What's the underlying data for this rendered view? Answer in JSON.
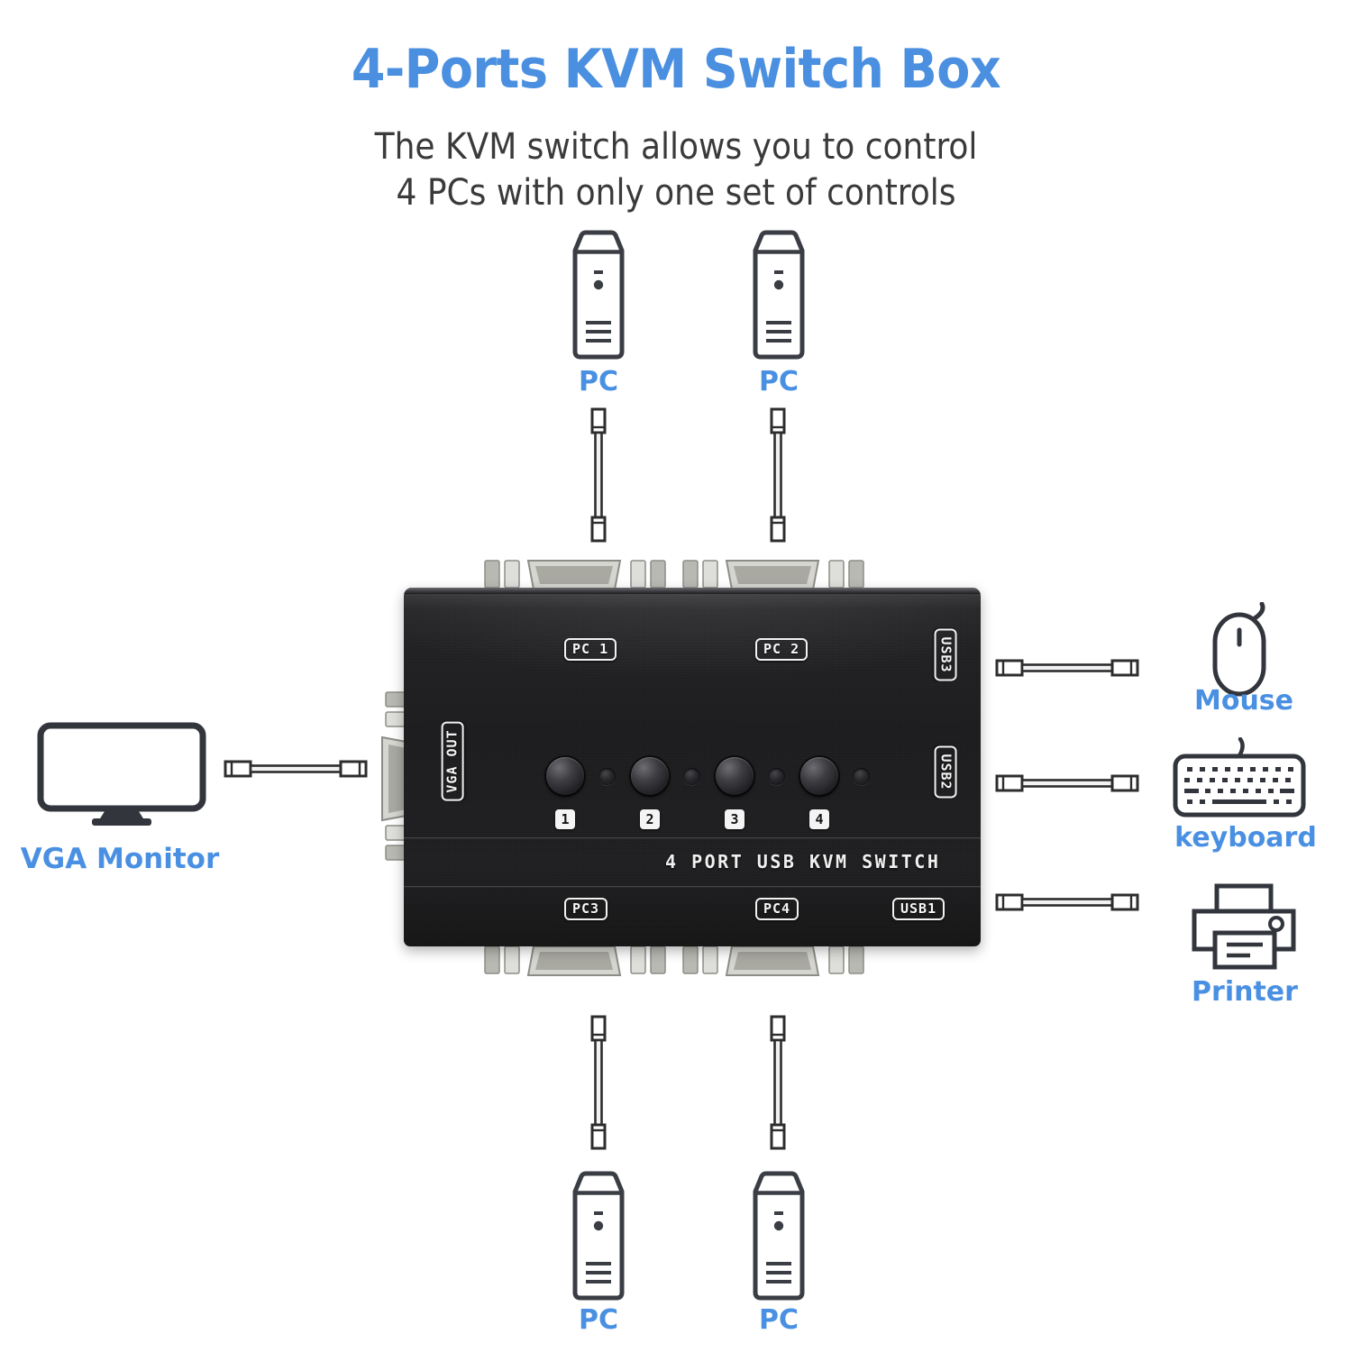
{
  "header": {
    "title": "4-Ports KVM Switch Box",
    "subtitle_line1": "The KVM switch allows you to control",
    "subtitle_line2": "4 PCs with only one set of controls",
    "title_color": "#4a8fe0",
    "subtitle_color": "#3a3a3a"
  },
  "theme": {
    "accent_blue": "#4a90e2",
    "icon_stroke": "#3a3d44",
    "device_black": "#1d1d1f",
    "metal_silver": "#d8d8d4"
  },
  "peripherals": {
    "top_pcs": [
      {
        "label": "PC",
        "icon": "pc-tower-icon",
        "cable": "vga-cable-icon"
      },
      {
        "label": "PC",
        "icon": "pc-tower-icon",
        "cable": "vga-cable-icon"
      }
    ],
    "bottom_pcs": [
      {
        "label": "PC",
        "icon": "pc-tower-icon",
        "cable": "vga-cable-icon"
      },
      {
        "label": "PC",
        "icon": "pc-tower-icon",
        "cable": "vga-cable-icon"
      }
    ],
    "left": [
      {
        "label": "VGA Monitor",
        "icon": "monitor-icon",
        "cable": "vga-cable-icon"
      }
    ],
    "right": [
      {
        "label": "Mouse",
        "icon": "mouse-icon",
        "cable": "usb-cable-icon"
      },
      {
        "label": "keyboard",
        "icon": "keyboard-icon",
        "cable": "usb-cable-icon"
      },
      {
        "label": "Printer",
        "icon": "printer-icon",
        "cable": "usb-cable-icon"
      }
    ]
  },
  "device": {
    "model_text": "4 PORT USB KVM SWITCH",
    "port_labels": {
      "pc1": "PC 1",
      "pc2": "PC 2",
      "pc3": "PC3",
      "pc4": "PC4",
      "usb1": "USB1",
      "usb2": "USB2",
      "usb3": "USB3",
      "vga_out": "VGA OUT"
    },
    "buttons": [
      {
        "number": "1"
      },
      {
        "number": "2"
      },
      {
        "number": "3"
      },
      {
        "number": "4"
      }
    ]
  }
}
